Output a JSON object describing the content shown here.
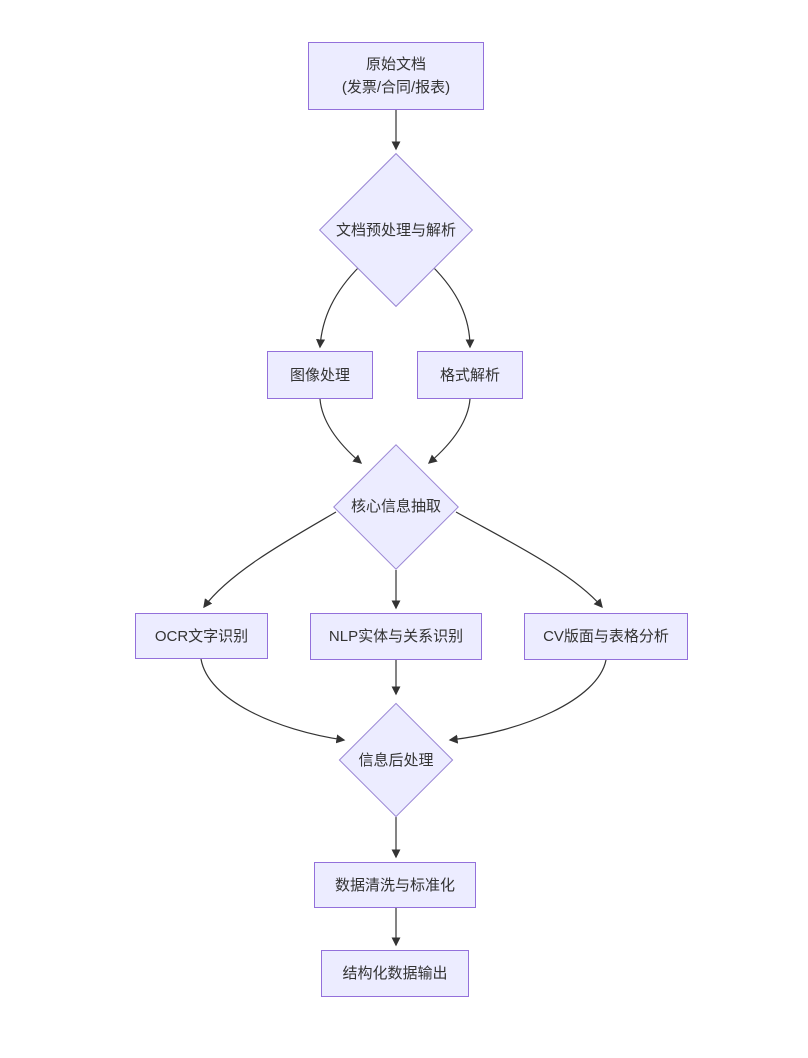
{
  "theme": {
    "background": "#ffffff",
    "node_fill": "#ececff",
    "node_border": "#9370db",
    "edge_color": "#333333",
    "text_color": "#333333"
  },
  "nodes": {
    "raw_docs": {
      "line1": "原始文档",
      "line2": "(发票/合同/报表)"
    },
    "preprocess": {
      "label": "文档预处理与解析"
    },
    "image_processing": {
      "label": "图像处理"
    },
    "format_parsing": {
      "label": "格式解析"
    },
    "core_extraction": {
      "label": "核心信息抽取"
    },
    "ocr": {
      "label": "OCR文字识别"
    },
    "nlp": {
      "label": "NLP实体与关系识别"
    },
    "cv": {
      "label": "CV版面与表格分析"
    },
    "postprocess": {
      "label": "信息后处理"
    },
    "cleaning": {
      "label": "数据清洗与标准化"
    },
    "structured_output": {
      "label": "结构化数据输出"
    }
  },
  "edges": [
    {
      "from": "原始文档(发票/合同/报表)",
      "to": "文档预处理与解析"
    },
    {
      "from": "文档预处理与解析",
      "to": "图像处理"
    },
    {
      "from": "文档预处理与解析",
      "to": "格式解析"
    },
    {
      "from": "图像处理",
      "to": "核心信息抽取"
    },
    {
      "from": "格式解析",
      "to": "核心信息抽取"
    },
    {
      "from": "核心信息抽取",
      "to": "OCR文字识别"
    },
    {
      "from": "核心信息抽取",
      "to": "NLP实体与关系识别"
    },
    {
      "from": "核心信息抽取",
      "to": "CV版面与表格分析"
    },
    {
      "from": "OCR文字识别",
      "to": "信息后处理"
    },
    {
      "from": "NLP实体与关系识别",
      "to": "信息后处理"
    },
    {
      "from": "CV版面与表格分析",
      "to": "信息后处理"
    },
    {
      "from": "信息后处理",
      "to": "数据清洗与标准化"
    },
    {
      "from": "数据清洗与标准化",
      "to": "结构化数据输出"
    }
  ]
}
